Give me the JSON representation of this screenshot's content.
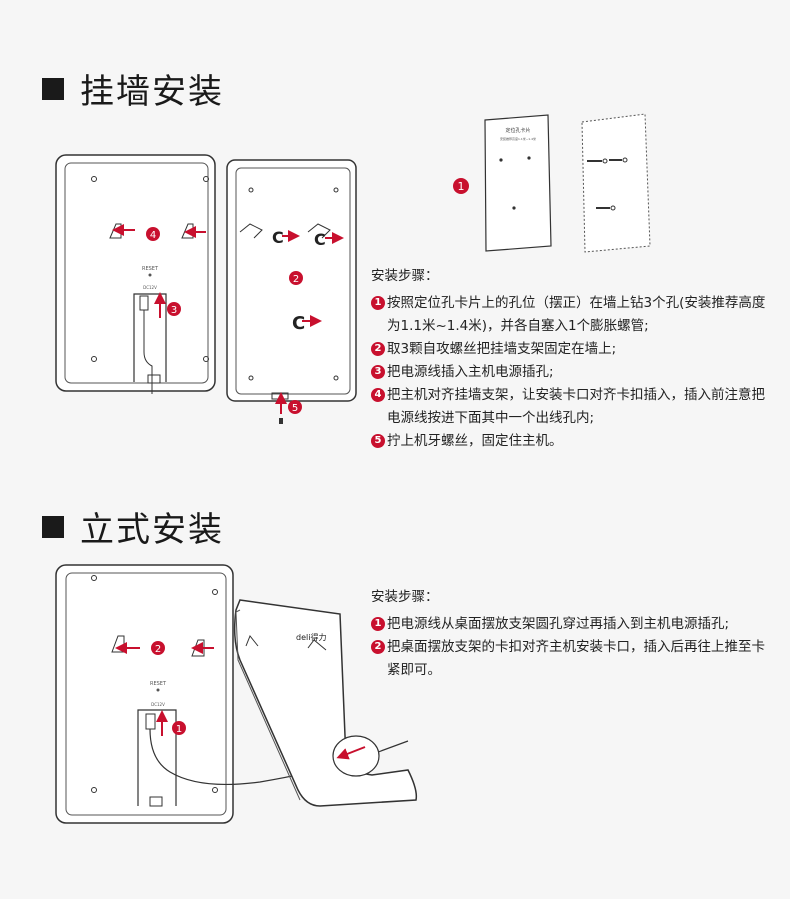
{
  "wall": {
    "title": "挂墙安装",
    "steps_heading": "安装步骤：",
    "steps": [
      {
        "num": "1",
        "text": "按照定位孔卡片上的孔位（摆正）在墙上钻3个孔(安装推荐高度为1.1米~1.4米)，并各自塞入1个膨胀螺管;"
      },
      {
        "num": "2",
        "text": "取3颗自攻螺丝把挂墙支架固定在墙上;"
      },
      {
        "num": "3",
        "text": "把电源线插入主机电源插孔;"
      },
      {
        "num": "4",
        "text": "把主机对齐挂墙支架，让安装卡口对齐卡扣插入，插入前注意把电源线按进下面其中一个出线孔内;"
      },
      {
        "num": "5",
        "text": "拧上机牙螺丝，固定住主机。"
      }
    ],
    "diagram_labels": {
      "reset": "RESET",
      "dc": "DC12V",
      "card_title": "定位孔卡片",
      "card_sub": "安装推荐高度1.1米~1.4米",
      "marker_1": "1",
      "marker_2": "2",
      "marker_3": "3",
      "marker_4": "4",
      "marker_5": "5"
    }
  },
  "stand": {
    "title": "立式安装",
    "steps_heading": "安装步骤：",
    "steps": [
      {
        "num": "1",
        "text": "把电源线从桌面摆放支架圆孔穿过再插入到主机电源插孔;"
      },
      {
        "num": "2",
        "text": "把桌面摆放支架的卡扣对齐主机安装卡口，插入后再往上推至卡紧即可。"
      }
    ],
    "diagram_labels": {
      "reset": "RESET",
      "dc": "DC12V",
      "brand": "deli得力",
      "marker_1": "1",
      "marker_2": "2"
    }
  },
  "colors": {
    "accent": "#c8102e",
    "outline": "#333333",
    "background": "#f6f6f6"
  }
}
